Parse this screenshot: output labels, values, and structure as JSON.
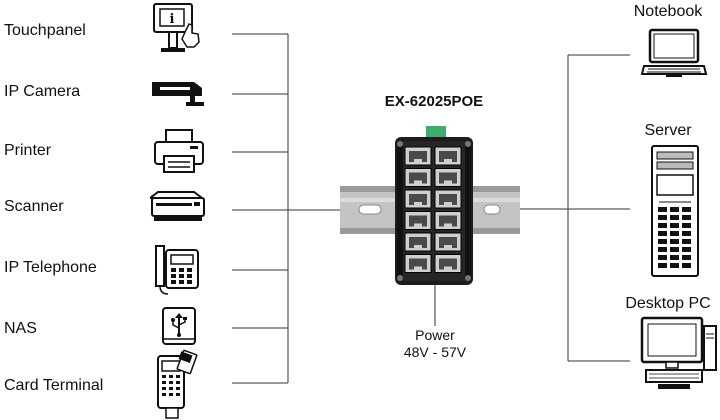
{
  "diagram": {
    "device_title": "EX-62025POE",
    "power": {
      "line1": "Power",
      "line2": "48V - 57V"
    },
    "left_devices": [
      {
        "label": "Touchpanel",
        "icon": "touchpanel-kiosk-icon"
      },
      {
        "label": "IP Camera",
        "icon": "ip-camera-icon"
      },
      {
        "label": "Printer",
        "icon": "printer-icon"
      },
      {
        "label": "Scanner",
        "icon": "scanner-icon"
      },
      {
        "label": "IP Telephone",
        "icon": "ip-telephone-icon"
      },
      {
        "label": "NAS",
        "icon": "nas-usb-drive-icon"
      },
      {
        "label": "Card Terminal",
        "icon": "card-terminal-icon"
      }
    ],
    "right_devices": [
      {
        "label": "Notebook",
        "icon": "notebook-laptop-icon"
      },
      {
        "label": "Server",
        "icon": "server-tower-icon"
      },
      {
        "label": "Desktop PC",
        "icon": "desktop-pc-icon"
      }
    ],
    "colors": {
      "line": "#333333",
      "rail": "#b9b9b9",
      "switch_body": "#1a1a1a",
      "connector": "#3cae6a"
    }
  }
}
